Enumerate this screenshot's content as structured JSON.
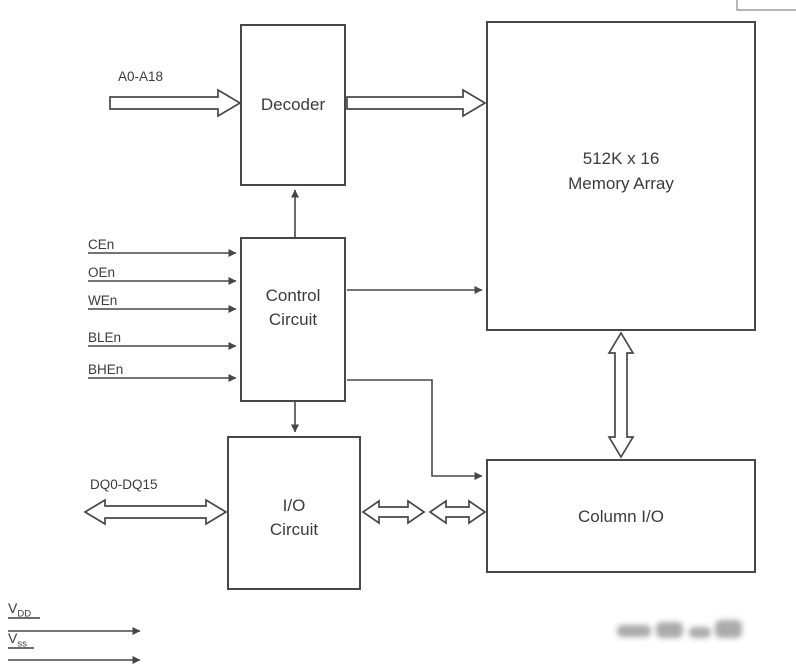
{
  "diagram": {
    "blocks": {
      "decoder": {
        "label": "Decoder"
      },
      "memory_array": {
        "line1": "512K x 16",
        "line2": "Memory Array"
      },
      "control_circuit": {
        "line1": "Control",
        "line2": "Circuit"
      },
      "io_circuit": {
        "line1": "I/O",
        "line2": "Circuit"
      },
      "column_io": {
        "label": "Column I/O"
      }
    },
    "signals": {
      "address_bus": "A0-A18",
      "ce": "CEn",
      "oe": "OEn",
      "we": "WEn",
      "ble": "BLEn",
      "bhe": "BHEn",
      "data_bus": "DQ0-DQ15",
      "vdd_main": "V",
      "vdd_sub": "DD",
      "vss_main": "V",
      "vss_sub": "ss"
    },
    "colors": {
      "line": "#474747",
      "text": "#3b3b3b",
      "background": "#ffffff",
      "artifact": "#9a9a9a"
    }
  }
}
